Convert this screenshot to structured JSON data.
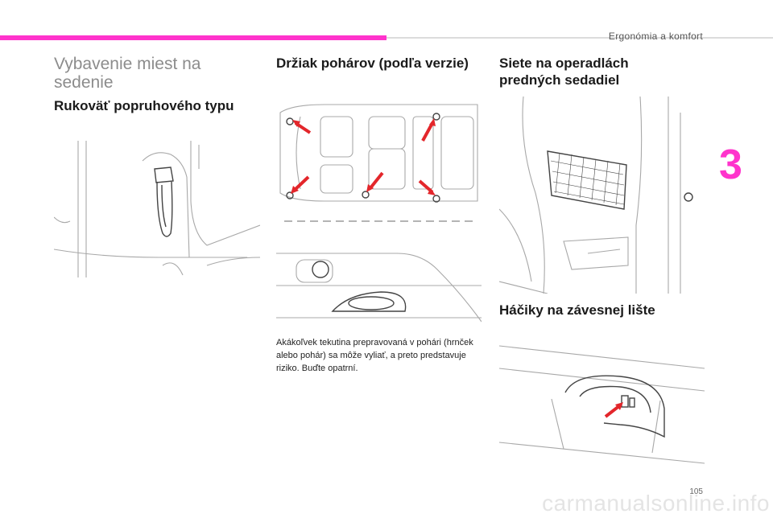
{
  "header": {
    "section_title": "Ergonómia a komfort"
  },
  "chapter": {
    "number": "3"
  },
  "column1": {
    "title": "Vybavenie miest na sedenie",
    "subtitle": "Rukoväť popruhového typu"
  },
  "column2": {
    "title": "Držiak pohárov (podľa verzie)",
    "warning": "Akákoľvek tekutina prepravovaná v pohári (hrnček alebo pohár) sa môže vyliať, a preto predstavuje riziko. Buďte opatrní."
  },
  "column3": {
    "title": "Siete na operadlách predných sedadiel",
    "subtitle": "Háčiky na závesnej lište"
  },
  "footer": {
    "page_number": "105",
    "watermark": "carmanualsonline.info"
  },
  "colors": {
    "accent": "#ff33cc",
    "arrow": "#e3262b"
  }
}
